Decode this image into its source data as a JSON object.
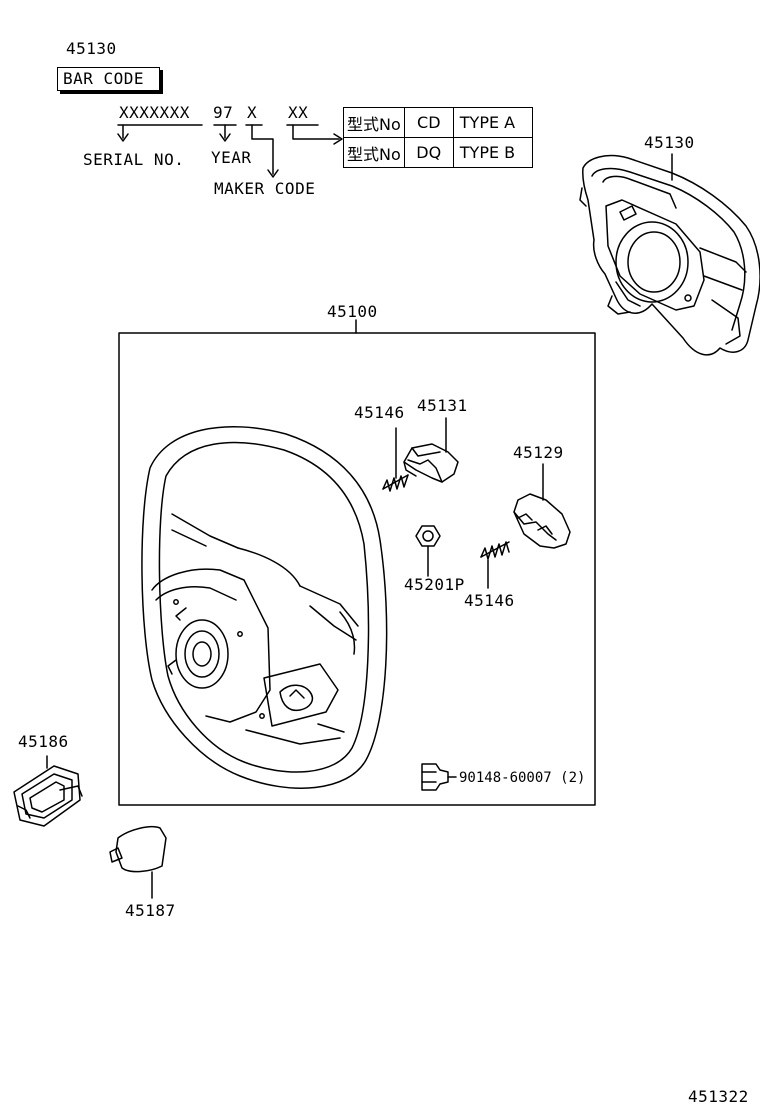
{
  "barcode": {
    "part_no": "45130",
    "label": "BAR CODE",
    "serial_code": "XXXXXXX",
    "year_code": "97",
    "maker_code": "X",
    "type_code": "XX",
    "serial_caption": "SERIAL NO.",
    "year_caption": "YEAR",
    "maker_caption": "MAKER CODE"
  },
  "type_table": [
    {
      "model": "型式No",
      "code": "CD",
      "type": "TYPE A"
    },
    {
      "model": "型式No",
      "code": "DQ",
      "type": "TYPE B"
    }
  ],
  "parts": {
    "pad_assy": "45130",
    "wheel_assy": "45100",
    "spring_upper": "45146",
    "switch_45131": "45131",
    "switch_45129": "45129",
    "nut": "45201P",
    "spring_lower": "45146",
    "screw": "90148-60007 (2)",
    "cover_45186": "45186",
    "cover_45187": "45187"
  },
  "figure_no": "451322"
}
